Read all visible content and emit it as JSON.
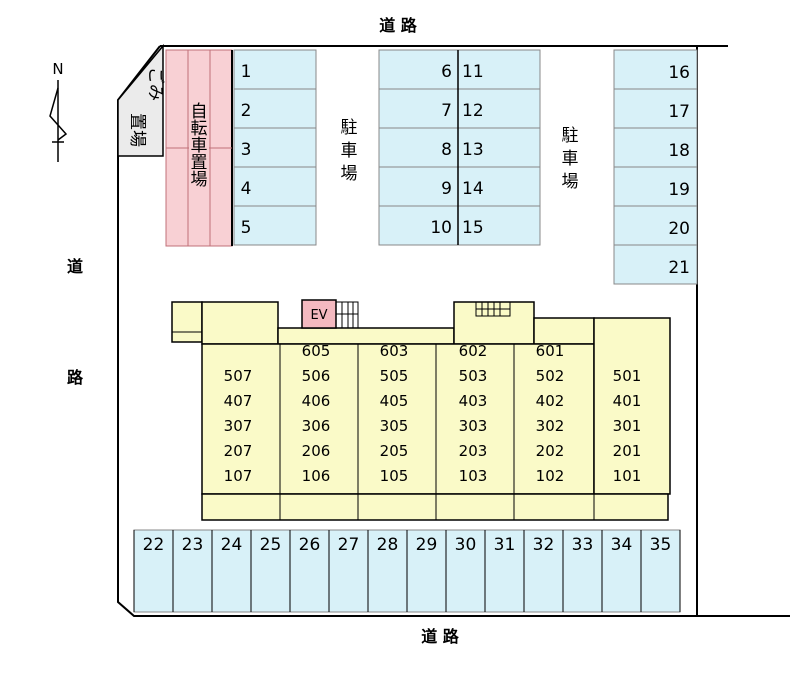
{
  "roads": {
    "top": "道 路",
    "left_top": "道",
    "left_bottom": "路",
    "bottom": "道 路"
  },
  "compass": {
    "label": "N"
  },
  "labels": {
    "garbage": [
      "ごみ",
      "置場"
    ],
    "bicycle": [
      "自",
      "転",
      "車",
      "置",
      "場"
    ],
    "parking_1": [
      "駐",
      "車",
      "場"
    ],
    "parking_2": [
      "駐",
      "車",
      "場"
    ],
    "elevator": "EV"
  },
  "parking": {
    "col_a": [
      "1",
      "2",
      "3",
      "4",
      "5"
    ],
    "col_b_left": [
      "6",
      "7",
      "8",
      "9",
      "10"
    ],
    "col_b_right": [
      "11",
      "12",
      "13",
      "14",
      "15"
    ],
    "col_c": [
      "16",
      "17",
      "18",
      "19",
      "20",
      "21"
    ],
    "bottom_row": [
      "22",
      "23",
      "24",
      "25",
      "26",
      "27",
      "28",
      "29",
      "30",
      "31",
      "32",
      "33",
      "34",
      "35"
    ]
  },
  "building": {
    "columns": [
      [
        "507",
        "407",
        "307",
        "207",
        "107"
      ],
      [
        "605",
        "506",
        "406",
        "306",
        "206",
        "106"
      ],
      [
        "603",
        "505",
        "405",
        "305",
        "205",
        "105"
      ],
      [
        "602",
        "503",
        "403",
        "303",
        "203",
        "103"
      ],
      [
        "601",
        "502",
        "402",
        "302",
        "202",
        "102"
      ],
      [
        "501",
        "401",
        "301",
        "201",
        "101"
      ]
    ]
  },
  "colors": {
    "parking_fill": "#d8f1f8",
    "bicycle_fill": "#f8d0d4",
    "building_fill": "#fafac8",
    "garbage_fill": "#ebebeb",
    "line": "#000000",
    "gray_line": "#808080"
  }
}
